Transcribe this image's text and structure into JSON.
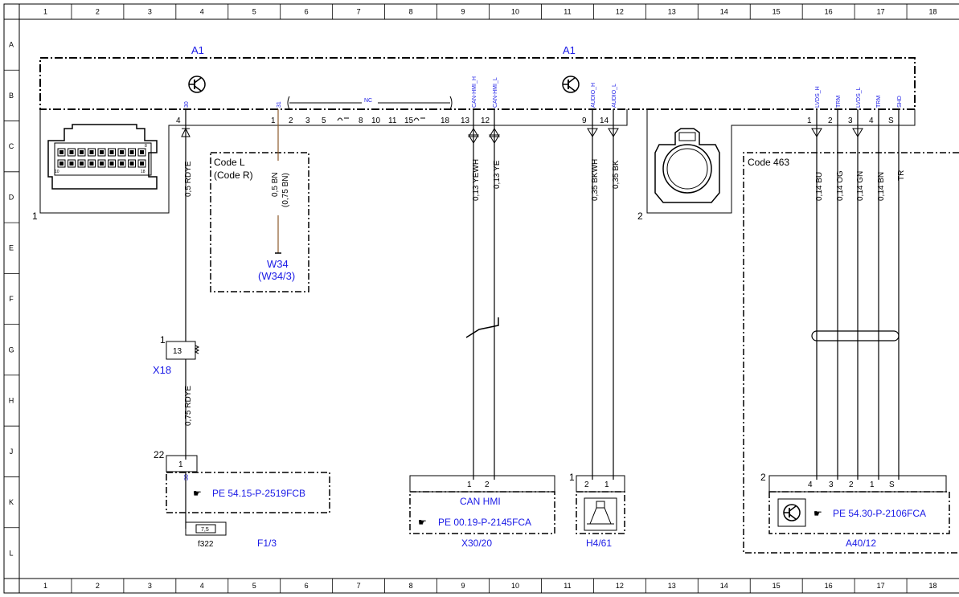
{
  "grid": {
    "columns": [
      "1",
      "2",
      "3",
      "4",
      "5",
      "6",
      "7",
      "8",
      "9",
      "10",
      "11",
      "12",
      "13",
      "14",
      "15",
      "16",
      "17",
      "18"
    ],
    "rows": [
      "A",
      "B",
      "C",
      "D",
      "E",
      "F",
      "G",
      "H",
      "J",
      "K",
      "L"
    ]
  },
  "components": {
    "a1_left_label": "A1",
    "a1_right_label": "A1",
    "a1_view1_number": "1",
    "a1_view2_number": "2",
    "x18_label": "X18",
    "x18_number": "1",
    "x18_pin": "13",
    "w34_label": "W34",
    "w34_alt": "(W34/3)",
    "f13_label": "F1/3",
    "f13_number": "22",
    "f13_pin": "1",
    "f13_pin_name": "30",
    "f13_ref": "PE 54.15-P-2519FCB",
    "fuse_label": "f322",
    "fuse_value": "7,5",
    "x3020_label": "X30/20",
    "x3020_name": "CAN HMI",
    "x3020_ref": "PE 00.19-P-2145FCA",
    "h461_label": "H4/61",
    "h461_number": "1",
    "a4012_label": "A40/12",
    "a4012_number": "2",
    "a4012_ref": "PE 54.30-P-2106FCA"
  },
  "codes": {
    "code_l": "Code L",
    "code_r": "(Code R)",
    "code_463": "Code 463"
  },
  "pins": {
    "p30": "30",
    "p31": "31",
    "nc": "NC",
    "can_h": "CAN-HMI_H",
    "can_l": "CAN-HMI_L",
    "audio_h": "AUDIO_H",
    "audio_l": "AUDIO_L",
    "lvds_h": "LVDS_H",
    "trm1": "TRM",
    "lvds_l": "LVDS_L",
    "trm2": "TRM",
    "shd": "SHD",
    "n4": "4",
    "n1": "1",
    "n2": "2",
    "n3": "3",
    "n5": "5",
    "n8": "8",
    "n10": "10",
    "n11": "11",
    "n15": "15",
    "n18": "18",
    "n13": "13",
    "n12": "12",
    "n9": "9",
    "n14": "14",
    "r1": "1",
    "r2": "2",
    "r3": "3",
    "r4": "4",
    "rS": "S",
    "x30_1": "1",
    "x30_2": "2",
    "h4_2": "2",
    "h4_1": "1",
    "a40_4": "4",
    "a40_3": "3",
    "a40_2": "2",
    "a40_1": "1",
    "a40_s": "S",
    "conn_8": "8",
    "conn_10": "10",
    "conn_18": "18"
  },
  "wires": {
    "w_30": "0,5 RDYE",
    "w_31a": "0,5 BN",
    "w_31b": "(0,75 BN)",
    "w_can_h": "0,13 YEWH",
    "w_can_l": "0,13 YE",
    "w_audio_h": "0,35 BKWH",
    "w_audio_l": "0,35 BK",
    "w_lvds_h": "0,14 BU",
    "w_trm1": "0,14 OG",
    "w_lvds_l": "0,14 GN",
    "w_trm2": "0,14 BN",
    "w_shd": "TR",
    "w_30_lower": "0,75 RDYE"
  },
  "icons": [
    "transistor-icon",
    "speaker-icon",
    "ecu-connector-icon",
    "round-connector-icon",
    "hand-pointer-icon",
    "twisted-pair-icon"
  ]
}
